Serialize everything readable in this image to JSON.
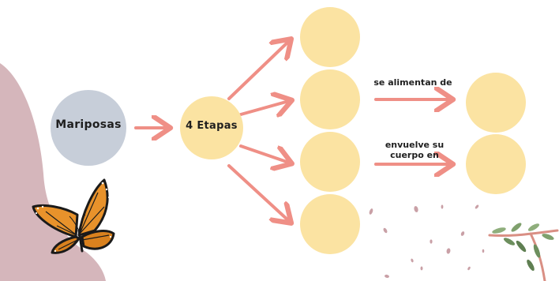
{
  "colors": {
    "pink_shape": "#d5b6bb",
    "gray_circle": "#c7ced9",
    "yellow_circle": "#fbe3a2",
    "arrow": "#ef8f86",
    "petal": "#c9a0a6",
    "leaf": "#6d8f5e",
    "branch": "#d98f84"
  },
  "nodes": {
    "root": "Mariposas",
    "stages": "4 Etapas"
  },
  "edges": {
    "feeds_label": "se alimentan de",
    "wrap_label_line1": "envuelve su",
    "wrap_label_line2": "cuerpo en"
  },
  "decorations": [
    "monarch-butterfly",
    "pink-hill",
    "falling-petals",
    "leafy-branch"
  ]
}
